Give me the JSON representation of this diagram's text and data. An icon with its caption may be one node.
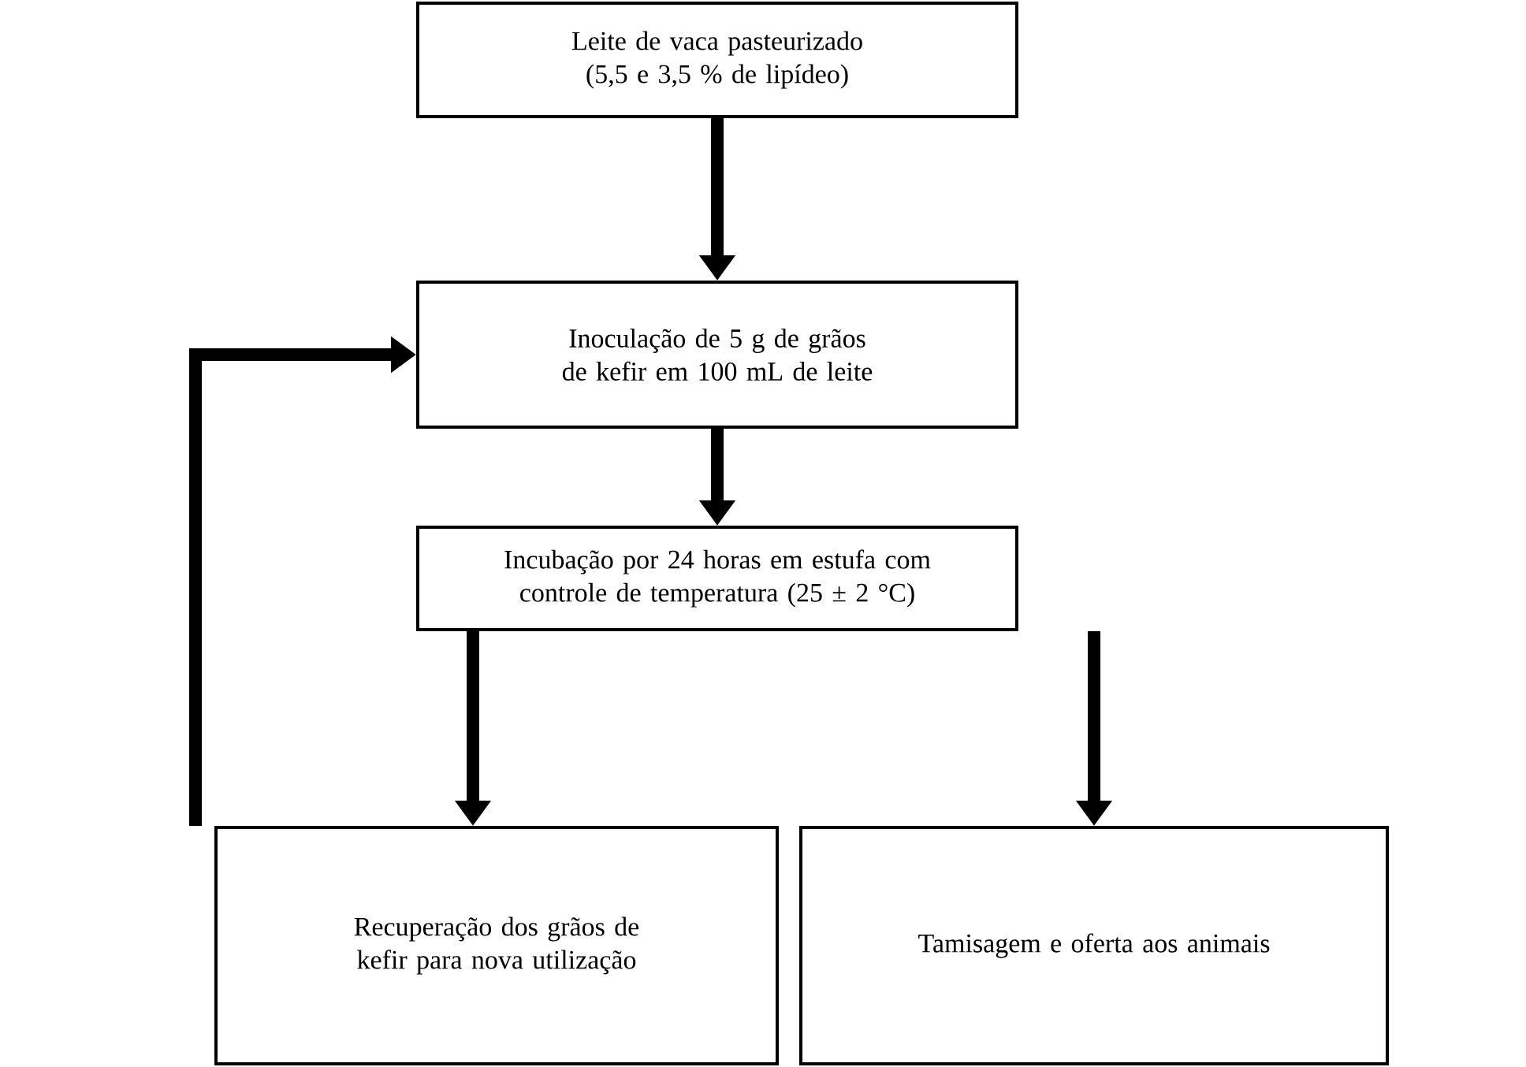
{
  "diagram": {
    "nodes": [
      {
        "text": [
          "Leite de vaca pasteurizado (5,5 e 3,5 % de lipídeo)"
        ]
      },
      {
        "text": [
          "Inoculação de 5 g de grãos de kefir em 100 mL de leite"
        ]
      },
      {
        "text": [
          "Incubação por 24 horas em estufa com controle de temperatura (25 ± 2 °C)"
        ]
      },
      {
        "text": [
          "Recuperação dos grãos de kefir para nova utilização"
        ]
      },
      {
        "text": [
          "Tamisagem e oferta aos animais"
        ]
      }
    ],
    "edges": [
      {
        "from": 0,
        "to": 1,
        "arrow": "to"
      },
      {
        "from": 1,
        "to": 2,
        "arrow": "to"
      },
      {
        "from": 2,
        "to": 3,
        "arrow": "to"
      },
      {
        "from": 2,
        "to": 4,
        "arrow": "to"
      },
      {
        "from": 3,
        "to": 1,
        "arrow": "to"
      }
    ]
  }
}
